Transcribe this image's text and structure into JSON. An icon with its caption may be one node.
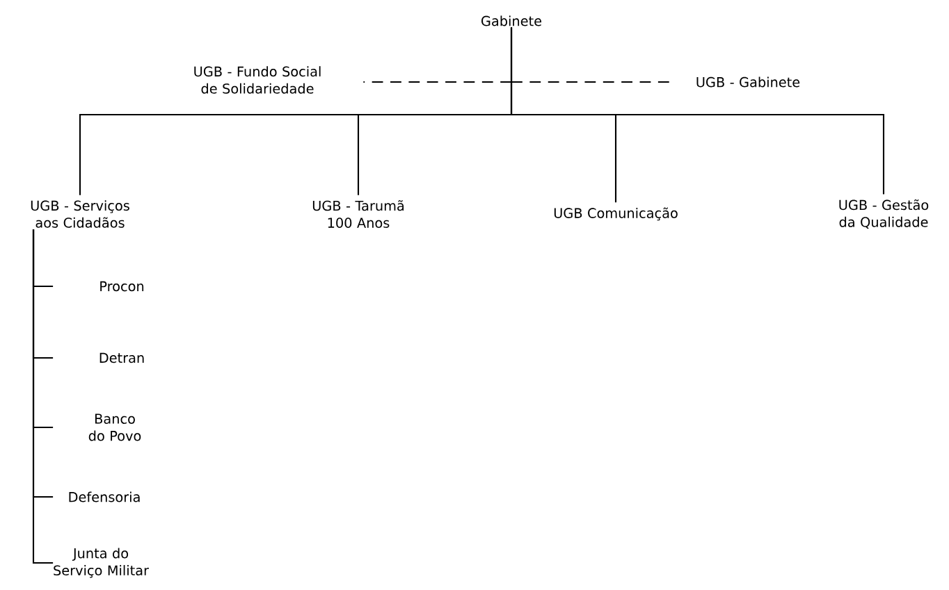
{
  "diagram": {
    "nodes": [
      {
        "text": [
          "Gabinete"
        ]
      },
      {
        "text": [
          "UGB - Fundo Social de Solidariedade"
        ]
      },
      {
        "text": [
          "UGB - Gabinete"
        ]
      },
      {
        "text": [
          "UGB - Serviços aos Cidadãos"
        ]
      },
      {
        "text": [
          "UGB - Tarumã 100 Anos"
        ]
      },
      {
        "text": [
          "UGB Comunicação"
        ]
      },
      {
        "text": [
          "UGB - Gestão da Qualidade"
        ]
      },
      {
        "text": [
          "Procon"
        ]
      },
      {
        "text": [
          "Detran"
        ]
      },
      {
        "text": [
          "Banco do Povo"
        ]
      },
      {
        "text": [
          "Defensoria"
        ]
      },
      {
        "text": [
          "Junta do Serviço Militar"
        ]
      }
    ],
    "edges": [
      {
        "from": 0,
        "to": 1,
        "arrow": "none",
        "style": "dashed"
      },
      {
        "from": 0,
        "to": 2,
        "arrow": "none",
        "style": "dashed"
      },
      {
        "from": 0,
        "to": 3,
        "arrow": "none"
      },
      {
        "from": 0,
        "to": 4,
        "arrow": "none"
      },
      {
        "from": 0,
        "to": 5,
        "arrow": "none"
      },
      {
        "from": 0,
        "to": 6,
        "arrow": "none"
      },
      {
        "from": 3,
        "to": 7,
        "arrow": "none"
      },
      {
        "from": 3,
        "to": 8,
        "arrow": "none"
      },
      {
        "from": 3,
        "to": 9,
        "arrow": "none"
      },
      {
        "from": 3,
        "to": 10,
        "arrow": "none"
      },
      {
        "from": 3,
        "to": 11,
        "arrow": "none"
      }
    ]
  }
}
